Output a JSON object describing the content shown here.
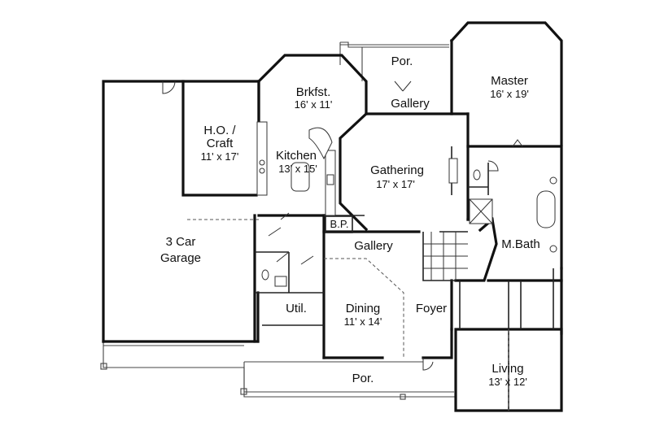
{
  "rooms": {
    "porch_top": {
      "name": "Por."
    },
    "brkfst": {
      "name": "Brkfst.",
      "dims": "16' x 11'"
    },
    "master": {
      "name": "Master",
      "dims": "16' x 19'"
    },
    "gallery_top": {
      "name": "Gallery"
    },
    "ho_craft": {
      "name_line1": "H.O. /",
      "name_line2": "Craft",
      "dims": "11' x 17'"
    },
    "kitchen": {
      "name": "Kitchen",
      "dims": "13' x 15'"
    },
    "gathering": {
      "name": "Gathering",
      "dims": "17' x 17'"
    },
    "bp": {
      "name": "B.P."
    },
    "gallery_mid": {
      "name": "Gallery"
    },
    "mbath": {
      "name": "M.Bath"
    },
    "garage": {
      "name_line1": "3 Car",
      "name_line2": "Garage"
    },
    "util": {
      "name": "Util."
    },
    "dining": {
      "name": "Dining",
      "dims": "11' x 14'"
    },
    "foyer": {
      "name": "Foyer"
    },
    "living": {
      "name": "Living",
      "dims": "13' x 12'"
    },
    "porch_bottom": {
      "name": "Por."
    }
  },
  "colors": {
    "line": "#111111",
    "background": "#ffffff"
  }
}
